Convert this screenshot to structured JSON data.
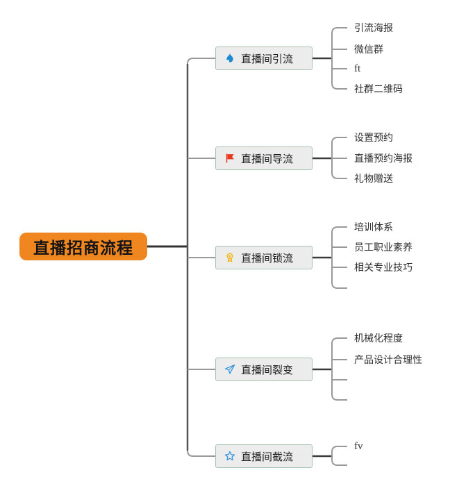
{
  "root": {
    "label": "直播招商流程"
  },
  "branches": [
    {
      "label": "直播间引流",
      "icon": "flame-icon",
      "children": [
        "引流海报",
        "微信群",
        "ft",
        "社群二维码"
      ]
    },
    {
      "label": "直播间导流",
      "icon": "flag-icon",
      "children": [
        "设置预约",
        "直播预约海报",
        "礼物赠送"
      ]
    },
    {
      "label": "直播间锁流",
      "icon": "medal-icon",
      "children": [
        "培训体系",
        "员工职业素养",
        "相关专业技巧",
        ""
      ]
    },
    {
      "label": "直播间裂变",
      "icon": "paper-plane-icon",
      "children": [
        "机械化程度",
        "产品设计合理性",
        "",
        ""
      ]
    },
    {
      "label": "直播间截流",
      "icon": "star-icon",
      "children": [
        "fv",
        ""
      ]
    }
  ],
  "colors": {
    "root_bg": "#F0861F",
    "node_bg": "#ECECEC",
    "node_border": "#A9C3B2",
    "flame": "#1E88D0",
    "flag": "#E8391F",
    "medal": "#F2B300",
    "plane": "#3193DD",
    "star": "#3193DD",
    "line_dark": "#333333",
    "trunk": "#555555",
    "line_gray": "#999999"
  }
}
